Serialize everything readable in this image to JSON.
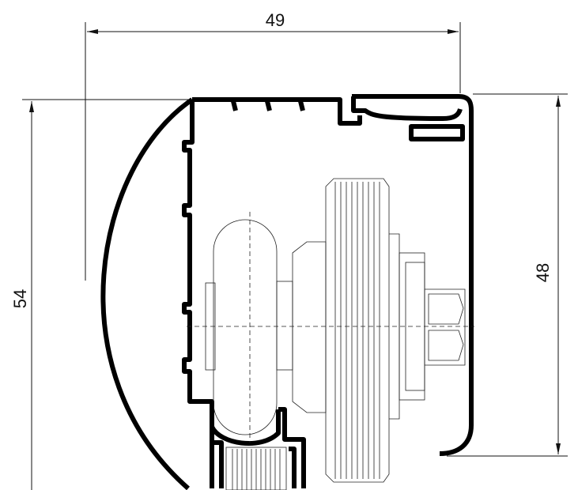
{
  "dimensions": {
    "width_top": "49",
    "height_left": "54",
    "height_right": "48"
  },
  "colors": {
    "line": "#000000",
    "background": "#ffffff"
  }
}
